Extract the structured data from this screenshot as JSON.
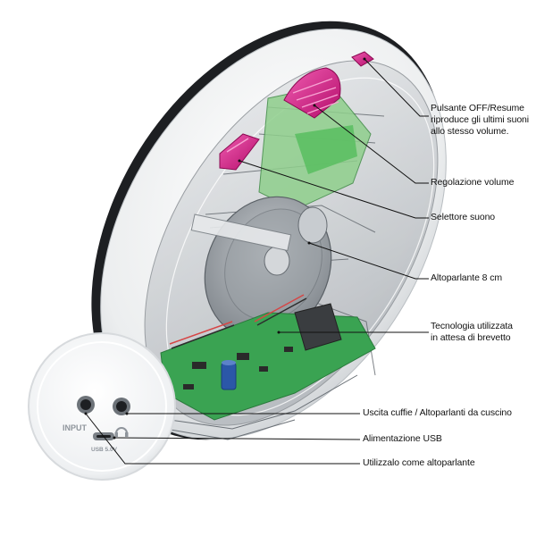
{
  "callouts": [
    {
      "id": "off-resume",
      "text": "Pulsante OFF/Resume\nriproduce gli ultimi suoni\nallo stesso volume."
    },
    {
      "id": "volume",
      "text": "Regolazione volume"
    },
    {
      "id": "sound-selector",
      "text": "Selettore suono"
    },
    {
      "id": "speaker",
      "text": "Altoparlante 8 cm"
    },
    {
      "id": "technology",
      "text": "Tecnologia utilizzata\nin attesa di brevetto"
    },
    {
      "id": "headphones",
      "text": "Uscita cuffie / Altoparlanti da cuscino"
    },
    {
      "id": "usb-power",
      "text": "Alimentazione USB"
    },
    {
      "id": "use-as-speaker",
      "text": "Utilizzalo come altoparlante"
    }
  ],
  "ports": {
    "input_label": "INPUT",
    "usb_label": "USB 5.0V"
  },
  "colors": {
    "accent_magenta": "#d6117f",
    "pcb_green": "#3aa352",
    "shell_grey": "#e6e8ea",
    "line_color": "#111111"
  },
  "icons": [
    "headphones-icon"
  ]
}
